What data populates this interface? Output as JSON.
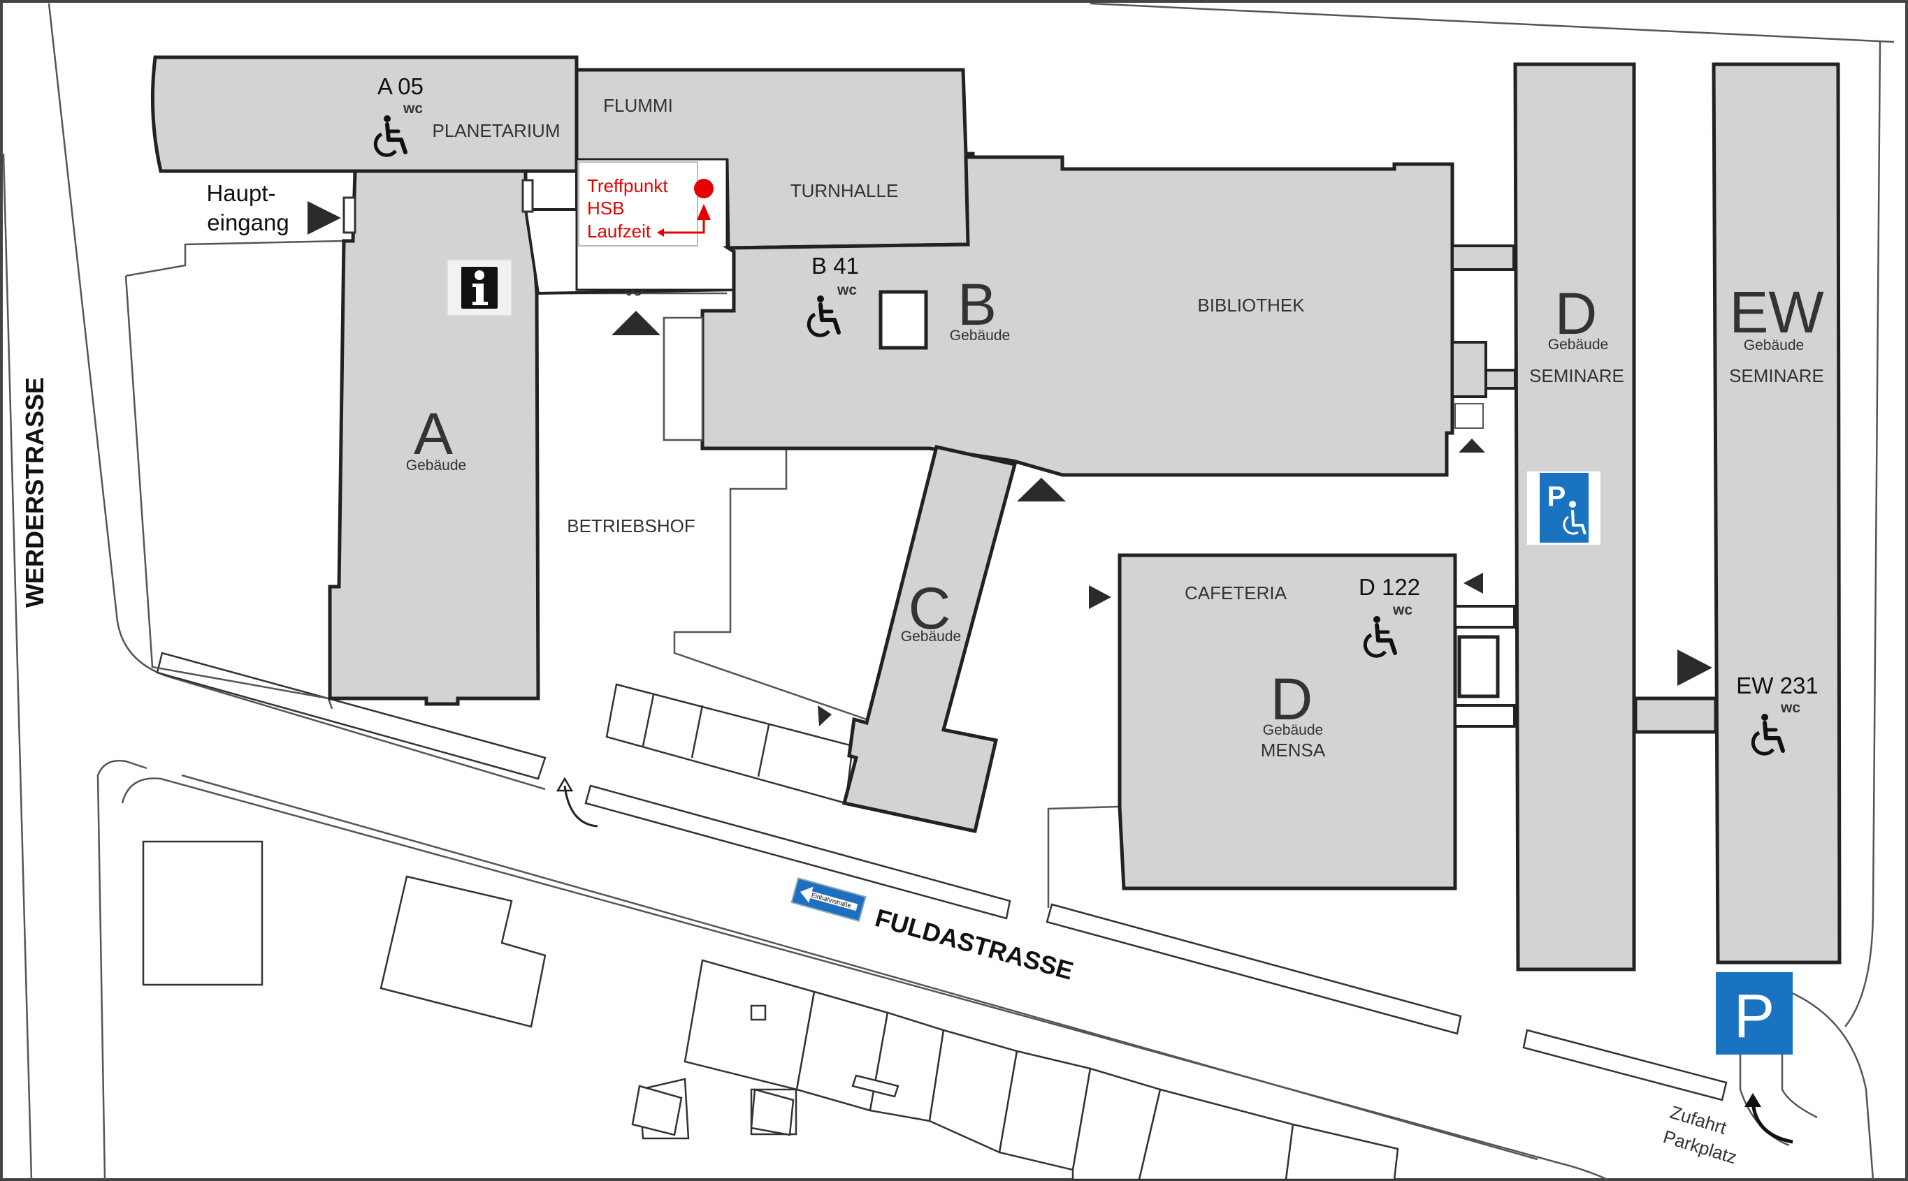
{
  "map": {
    "streets": {
      "werderstrasse": "WERDERSTRASSE",
      "fuldastrasse": "FULDASTRASSE"
    },
    "buildings": {
      "a": {
        "letter": "A",
        "label": "Gebäude"
      },
      "b": {
        "letter": "B",
        "label": "Gebäude"
      },
      "c": {
        "letter": "C",
        "label": "Gebäude"
      },
      "d_mensa": {
        "letter": "D",
        "label": "Gebäude",
        "name": "MENSA"
      },
      "d_seminare": {
        "letter": "D",
        "label": "Gebäude",
        "name": "SEMINARE"
      },
      "ew": {
        "letter": "EW",
        "label": "Gebäude",
        "name": "SEMINARE"
      }
    },
    "areas": {
      "planetarium": "PLANETARIUM",
      "flummi": "FLUMMI",
      "turnhalle": "TURNHALLE",
      "bibliothek": "BIBLIOTHEK",
      "betriebshof": "BETRIEBSHOF",
      "cafeteria": "CAFETERIA"
    },
    "rooms": {
      "a05": "A 05",
      "b41": "B 41",
      "d122": "D 122",
      "ew231": "EW 231"
    },
    "wc_label": "wc",
    "main_entrance": {
      "line1": "Haupt-",
      "line2": "eingang"
    },
    "meeting_point": {
      "line1": "Treffpunkt",
      "line2": "HSB",
      "line3": "Laufzeit"
    },
    "one_way_sign": "Einbahnstraße",
    "parking_letter": "P",
    "parking_access": {
      "line1": "Zufahrt",
      "line2": "Parkplatz"
    },
    "icons": {
      "wheelchair": "wheelchair-icon",
      "info": "info-icon",
      "parking": "parking-icon",
      "disabled_parking": "disabled-parking-icon"
    },
    "colors": {
      "building_fill": "#d3d3d3",
      "outline": "#222222",
      "meeting_point_red": "#e60000",
      "parking_blue": "#1a73c0",
      "one_way_blue": "#1f6fc0"
    }
  }
}
